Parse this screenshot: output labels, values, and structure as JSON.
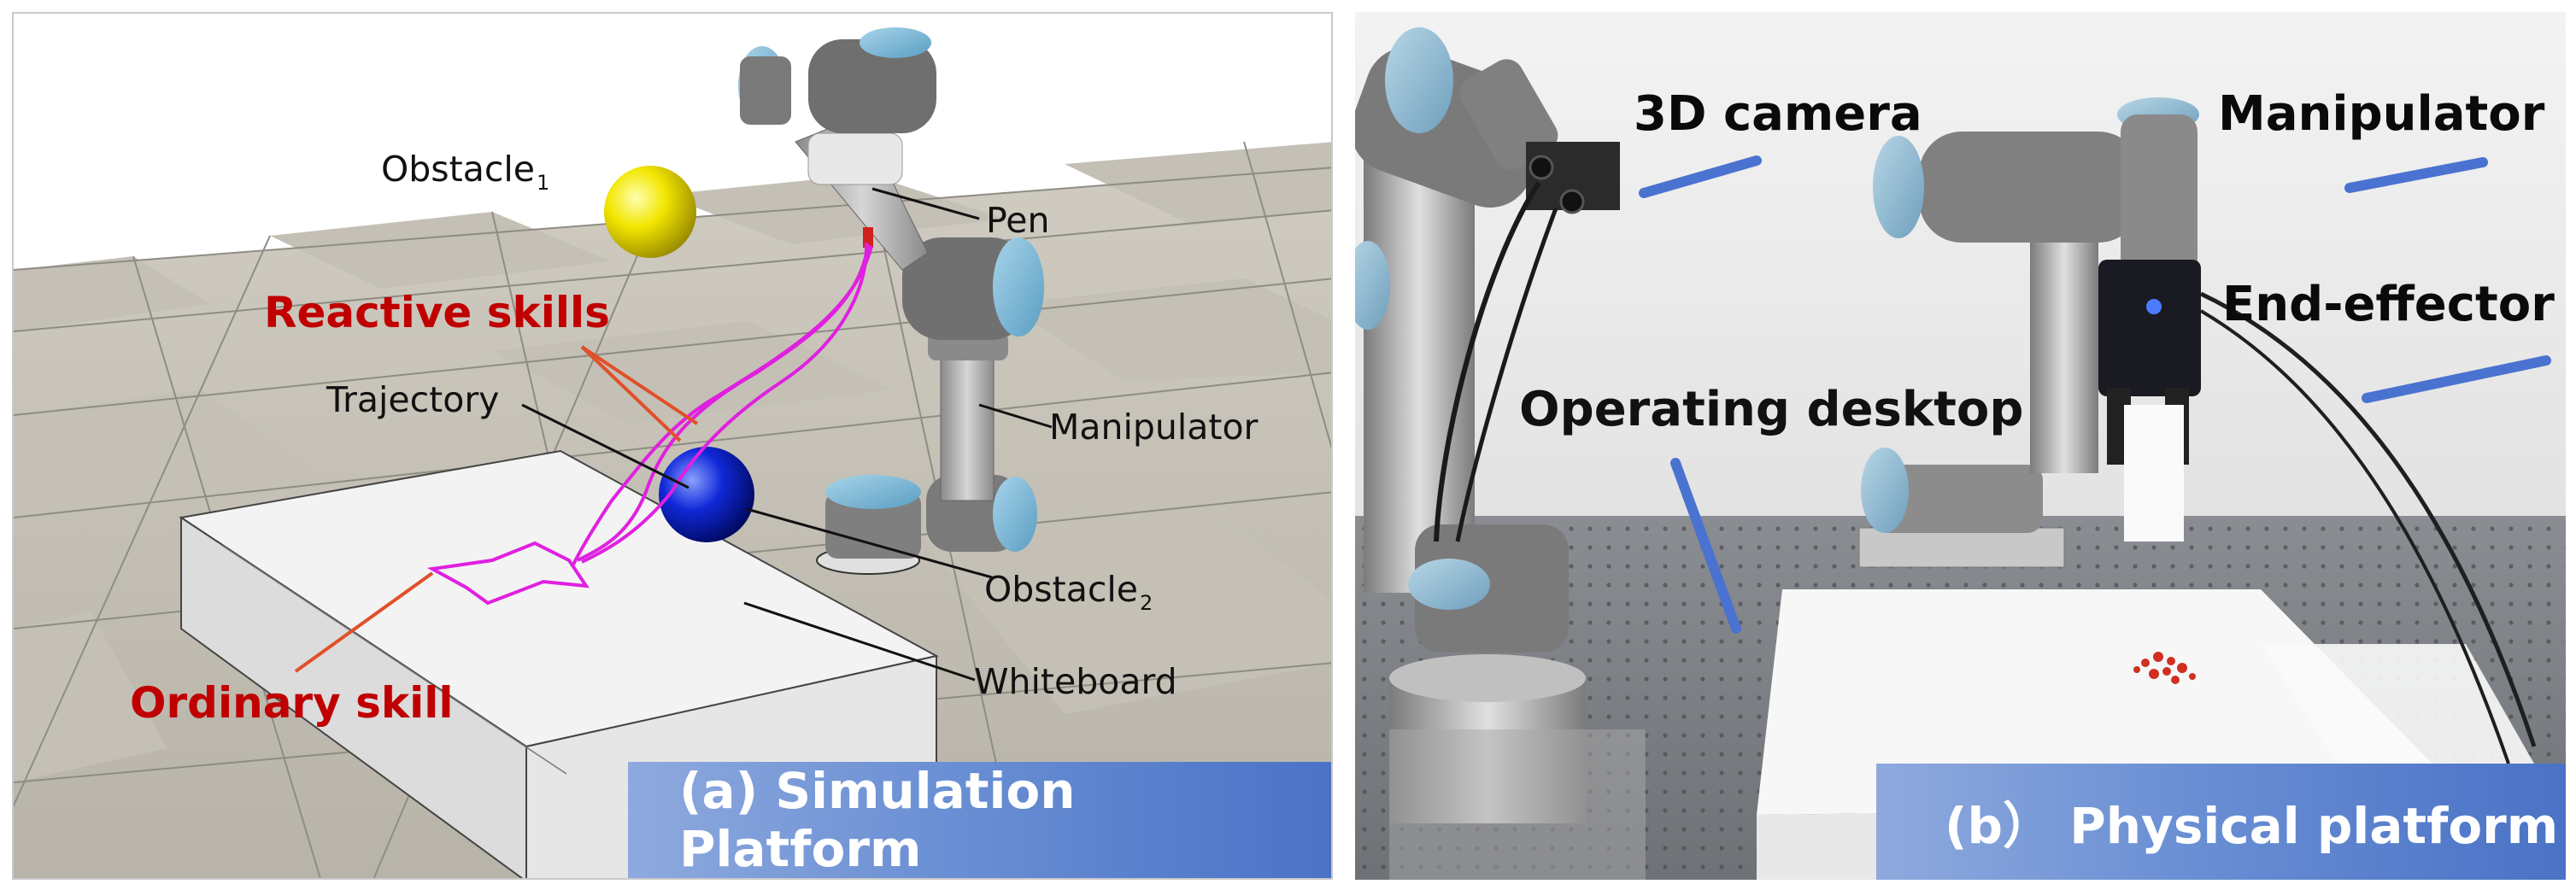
{
  "simulation": {
    "labels": {
      "obstacle1_text": "Obstacle",
      "obstacle1_sub": "1",
      "pen": "Pen",
      "reactive_skills": "Reactive skills",
      "trajectory": "Trajectory",
      "manipulator": "Manipulator",
      "obstacle2_text": "Obstacle",
      "obstacle2_sub": "2",
      "whiteboard": "Whiteboard",
      "ordinary_skill": "Ordinary skill"
    },
    "caption": "(a) Simulation Platform",
    "colors": {
      "red_label": "#c00000",
      "trajectory": "#e020e0",
      "obstacle1": "#f2e600",
      "obstacle2": "#1020d0"
    }
  },
  "physical": {
    "labels": {
      "camera": "3D camera",
      "manipulator": "Manipulator",
      "end_effector": "End-effector",
      "desktop": "Operating desktop"
    },
    "caption": "(b） Physical platform",
    "colors": {
      "pointer_line": "#4a72d0"
    }
  }
}
